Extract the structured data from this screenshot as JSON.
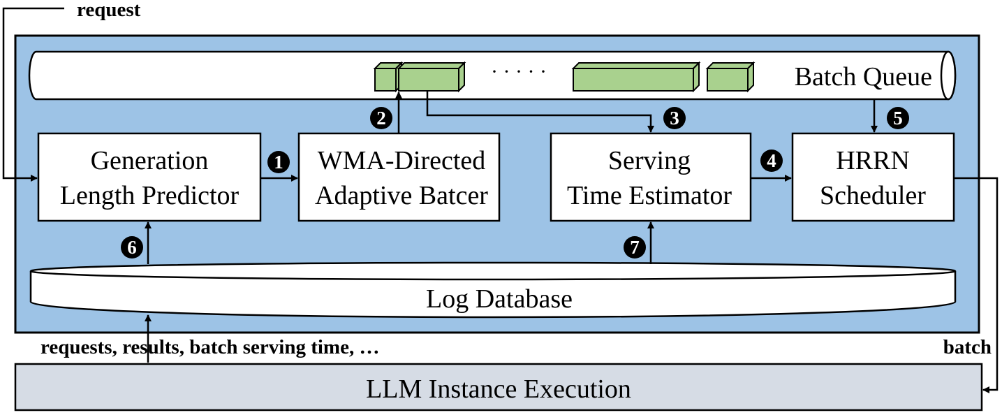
{
  "labels": {
    "request": "request",
    "log_inputs": "requests,  results, batch serving time, …",
    "batch": "batch"
  },
  "queue": {
    "label": "Batch Queue",
    "dots": "· · · · ·"
  },
  "boxes": {
    "predictor": [
      "Generation",
      "Length Predictor"
    ],
    "batcher": [
      "WMA-Directed",
      "Adaptive Batcer"
    ],
    "estimator": [
      "Serving",
      "Time Estimator"
    ],
    "scheduler": [
      "HRRN",
      "Scheduler"
    ]
  },
  "database": {
    "label": "Log Database"
  },
  "execution": {
    "label": "LLM Instance Execution"
  },
  "steps": [
    "1",
    "2",
    "3",
    "4",
    "5",
    "6",
    "7"
  ],
  "colors": {
    "panel": "#9dc3e6",
    "batch_block": "#a9d18e",
    "execution": "#d6dce5"
  }
}
